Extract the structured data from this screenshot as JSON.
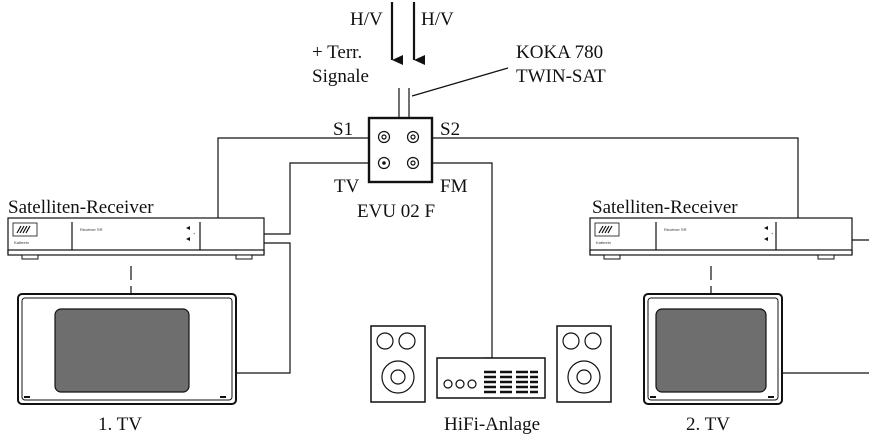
{
  "inputs": {
    "left": "H/V",
    "right": "H/V"
  },
  "terrestrial": {
    "line1": "+ Terr.",
    "line2": "Signale"
  },
  "cable": {
    "line1": "KOKA 780",
    "line2": "TWIN-SAT"
  },
  "unit": {
    "name": "EVU 02 F",
    "port_s1": "S1",
    "port_s2": "S2",
    "port_tv": "TV",
    "port_fm": "FM"
  },
  "receiver_left": {
    "label": "Satelliten-Receiver"
  },
  "receiver_right": {
    "label": "Satelliten-Receiver"
  },
  "tv1": {
    "label": "1. TV"
  },
  "tv2": {
    "label": "2. TV"
  },
  "hifi": {
    "label": "HiFi-Anlage"
  }
}
